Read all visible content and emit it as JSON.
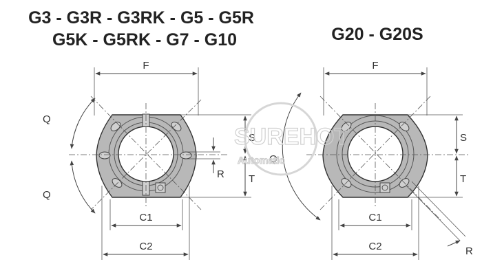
{
  "titles": {
    "left_line1": "G3 - G3R - G3RK - G5 - G5R",
    "left_line2": "G5K - G5RK - G7 - G10",
    "right": "G20 - G20S"
  },
  "left_labels": {
    "F": "F",
    "Q_top": "Q",
    "Q_bottom": "Q",
    "S": "S",
    "T": "T",
    "R": "R",
    "C1": "C1",
    "C2": "C2"
  },
  "right_labels": {
    "F": "F",
    "Q": "Q",
    "S": "S",
    "T": "T",
    "R": "R",
    "C1": "C1",
    "C2": "C2"
  },
  "watermark": {
    "line1": "SUREHOT",
    "line2": "Automatic"
  },
  "colors": {
    "body_fill": "#b8b8b8",
    "line": "#444444",
    "text": "#222222"
  }
}
